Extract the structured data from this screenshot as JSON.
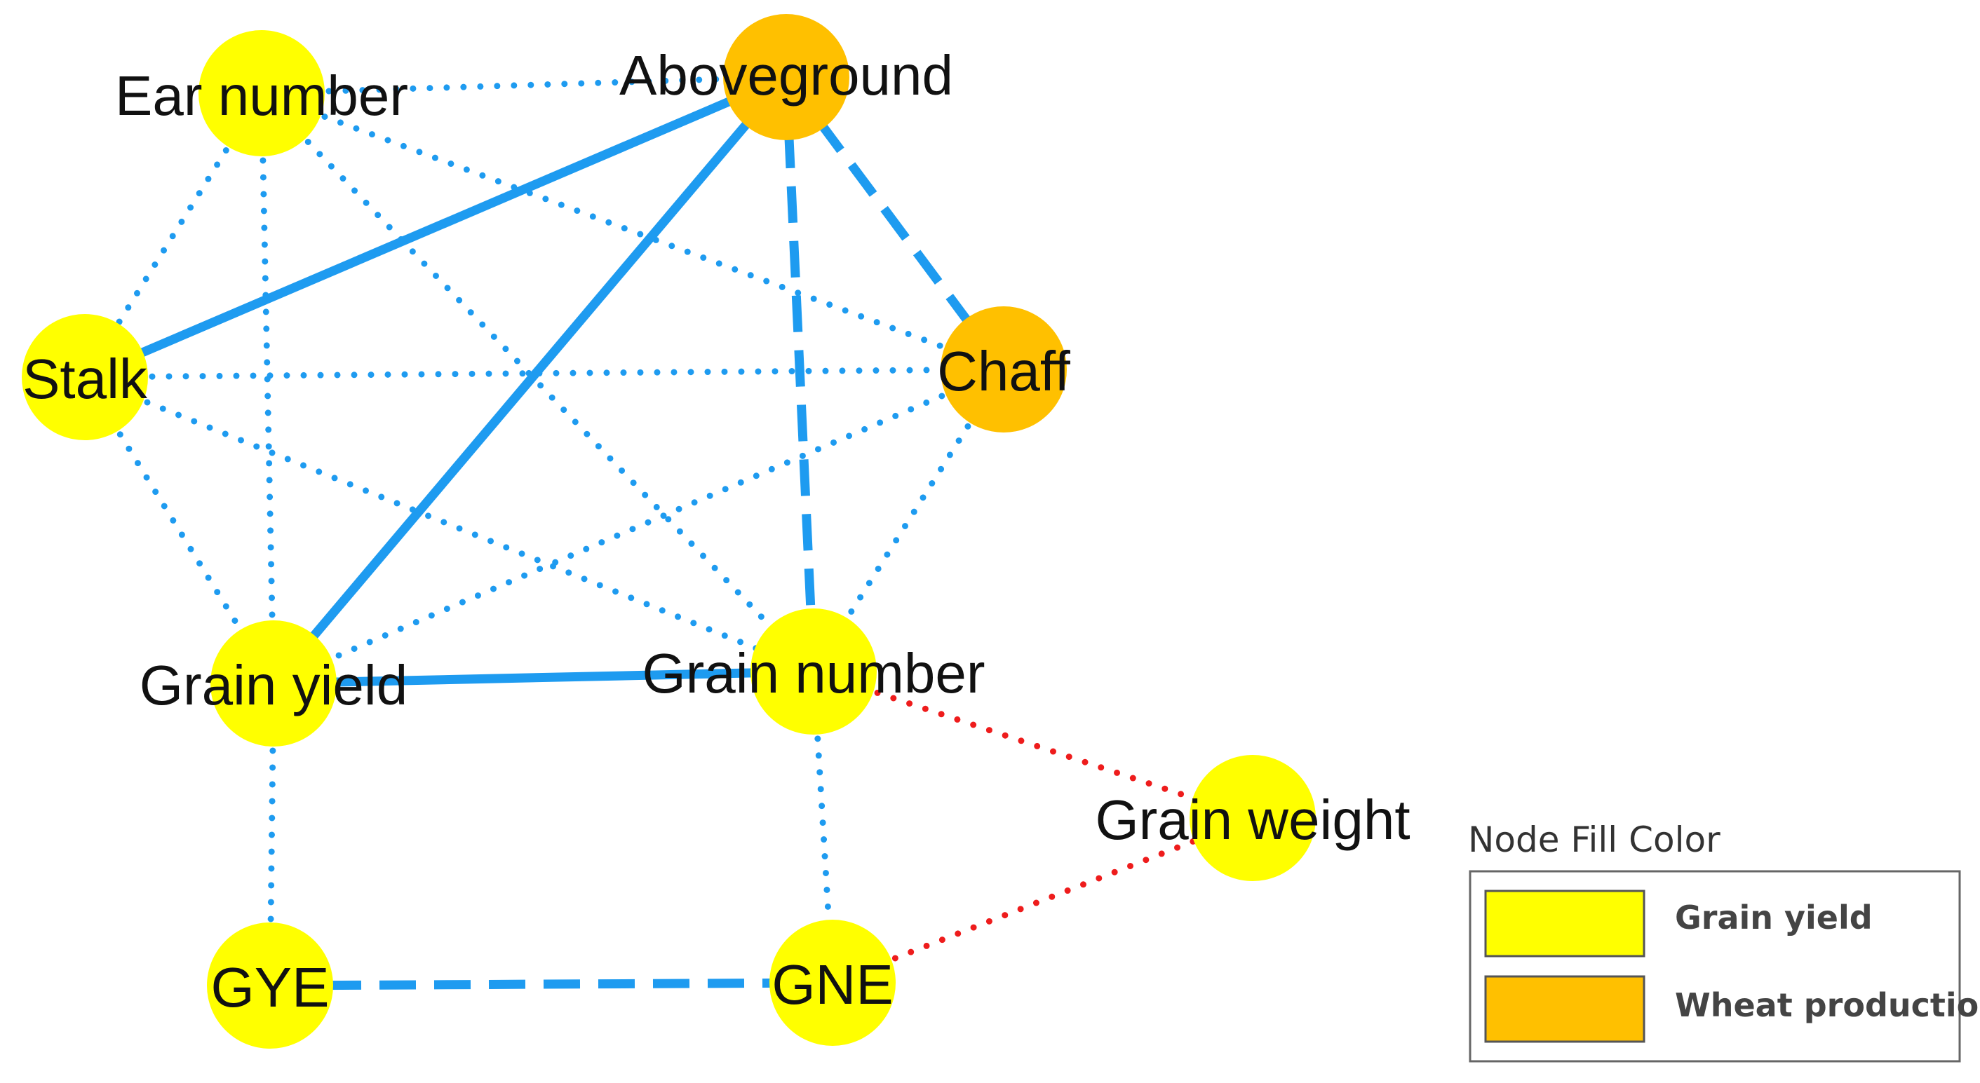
{
  "colors": {
    "grain_yield_fill": "#FFFF00",
    "wheat_production_fill": "#FFC000",
    "positive_edge": "#1E9BF0",
    "negative_edge": "#EE1C1C"
  },
  "nodes": [
    {
      "id": "ear",
      "label": "Ear number",
      "group": "grain_yield"
    },
    {
      "id": "above",
      "label": "Aboveground",
      "group": "wheat_production"
    },
    {
      "id": "stalk",
      "label": "Stalk",
      "group": "grain_yield"
    },
    {
      "id": "chaff",
      "label": "Chaff",
      "group": "wheat_production"
    },
    {
      "id": "gy",
      "label": "Grain yield",
      "group": "grain_yield"
    },
    {
      "id": "gn",
      "label": "Grain number",
      "group": "grain_yield"
    },
    {
      "id": "gw",
      "label": "Grain weight",
      "group": "grain_yield"
    },
    {
      "id": "gye",
      "label": "GYE",
      "group": "grain_yield"
    },
    {
      "id": "gne",
      "label": "GNE",
      "group": "grain_yield"
    }
  ],
  "edges": [
    {
      "from": "ear",
      "to": "above",
      "style": "dotted",
      "sign": "positive"
    },
    {
      "from": "ear",
      "to": "stalk",
      "style": "dotted",
      "sign": "positive"
    },
    {
      "from": "ear",
      "to": "gy",
      "style": "dotted",
      "sign": "positive"
    },
    {
      "from": "ear",
      "to": "gn",
      "style": "dotted",
      "sign": "positive"
    },
    {
      "from": "ear",
      "to": "chaff",
      "style": "dotted",
      "sign": "positive"
    },
    {
      "from": "above",
      "to": "stalk",
      "style": "solid",
      "sign": "positive"
    },
    {
      "from": "above",
      "to": "gy",
      "style": "solid",
      "sign": "positive"
    },
    {
      "from": "above",
      "to": "gn",
      "style": "dashed",
      "sign": "positive"
    },
    {
      "from": "above",
      "to": "chaff",
      "style": "dashed",
      "sign": "positive"
    },
    {
      "from": "stalk",
      "to": "chaff",
      "style": "dotted",
      "sign": "positive"
    },
    {
      "from": "stalk",
      "to": "gy",
      "style": "dotted",
      "sign": "positive"
    },
    {
      "from": "stalk",
      "to": "gn",
      "style": "dotted",
      "sign": "positive"
    },
    {
      "from": "chaff",
      "to": "gy",
      "style": "dotted",
      "sign": "positive"
    },
    {
      "from": "chaff",
      "to": "gn",
      "style": "dotted",
      "sign": "positive"
    },
    {
      "from": "gy",
      "to": "gn",
      "style": "solid",
      "sign": "positive"
    },
    {
      "from": "gy",
      "to": "gye",
      "style": "dotted",
      "sign": "positive"
    },
    {
      "from": "gn",
      "to": "gne",
      "style": "dotted",
      "sign": "positive"
    },
    {
      "from": "gye",
      "to": "gne",
      "style": "dashed",
      "sign": "positive"
    },
    {
      "from": "gn",
      "to": "gw",
      "style": "dotted",
      "sign": "negative"
    },
    {
      "from": "gne",
      "to": "gw",
      "style": "dotted",
      "sign": "negative"
    }
  ],
  "legend": {
    "title": "Node Fill Color",
    "items": [
      {
        "label": "Grain yield",
        "group": "grain_yield"
      },
      {
        "label": "Wheat production",
        "group": "wheat_production"
      }
    ]
  }
}
